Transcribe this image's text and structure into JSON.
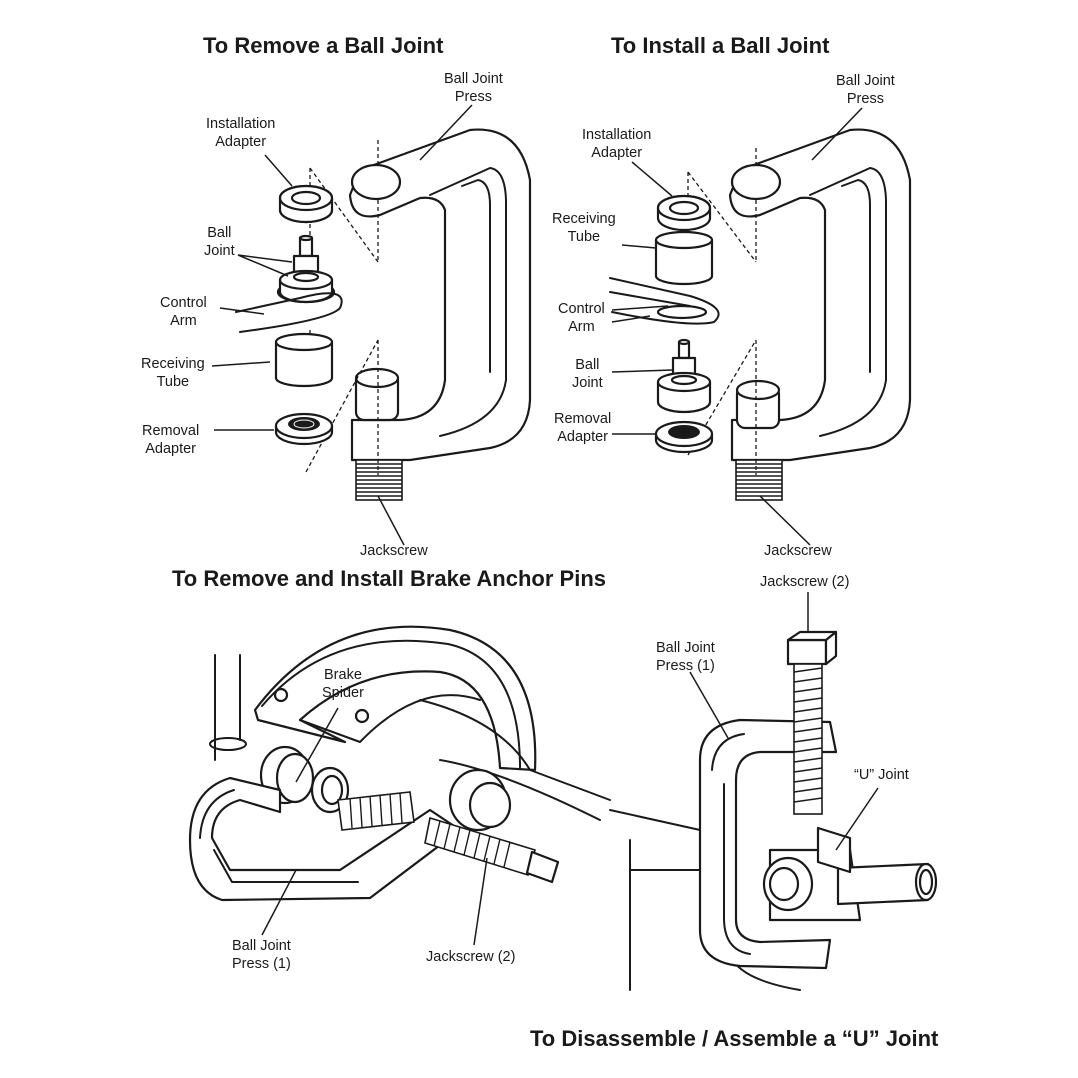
{
  "sections": {
    "remove_ball_joint": {
      "title": "To Remove a Ball Joint",
      "labels": {
        "press": [
          "Ball Joint",
          "Press"
        ],
        "installation_adapter": [
          "Installation",
          "Adapter"
        ],
        "ball_joint": [
          "Ball",
          "Joint"
        ],
        "control_arm": [
          "Control",
          "Arm"
        ],
        "receiving_tube": [
          "Receiving",
          "Tube"
        ],
        "removal_adapter": [
          "Removal",
          "Adapter"
        ],
        "jackscrew": "Jackscrew"
      }
    },
    "install_ball_joint": {
      "title": "To Install a Ball Joint",
      "labels": {
        "press": [
          "Ball Joint",
          "Press"
        ],
        "installation_adapter": [
          "Installation",
          "Adapter"
        ],
        "receiving_tube": [
          "Receiving",
          "Tube"
        ],
        "control_arm": [
          "Control",
          "Arm"
        ],
        "ball_joint": [
          "Ball",
          "Joint"
        ],
        "removal_adapter": [
          "Removal",
          "Adapter"
        ],
        "jackscrew": "Jackscrew"
      }
    },
    "brake_anchor_pins": {
      "title": "To Remove and Install Brake Anchor Pins",
      "labels": {
        "brake_spider": [
          "Brake",
          "Spider"
        ],
        "press": [
          "Ball Joint",
          "Press (1)"
        ],
        "jackscrew": "Jackscrew (2)"
      }
    },
    "u_joint": {
      "title": "To Disassemble / Assemble a “U” Joint",
      "labels": {
        "jackscrew": "Jackscrew (2)",
        "press": [
          "Ball Joint",
          "Press (1)"
        ],
        "u_joint": "“U” Joint"
      }
    }
  }
}
